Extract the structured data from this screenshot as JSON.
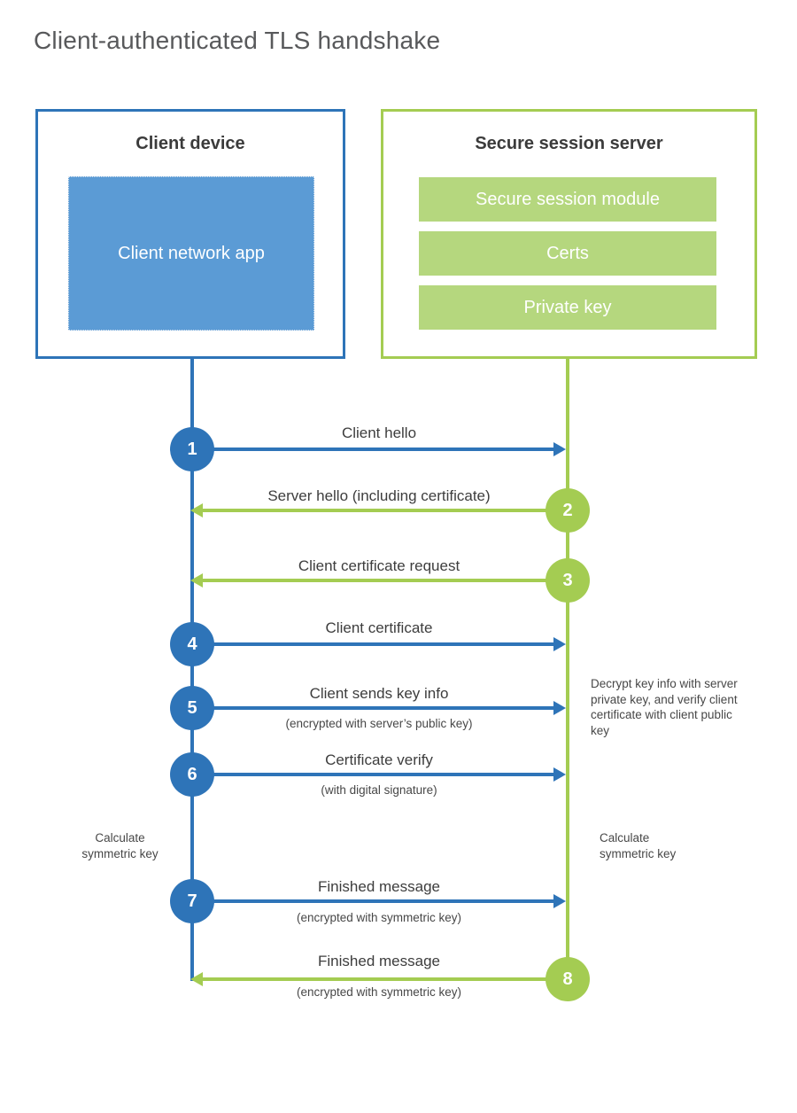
{
  "page": {
    "title": "Client-authenticated TLS handshake"
  },
  "colors": {
    "blue_accent": "#2e74b8",
    "blue_fill": "#5b9bd5",
    "green_accent": "#a4cc52",
    "green_fill": "#b5d77e",
    "label_text": "#3d3d3d",
    "title_text": "#58595b"
  },
  "client_box": {
    "title": "Client device",
    "app_label": "Client network app"
  },
  "server_box": {
    "title": "Secure session server",
    "modules": [
      "Secure session module",
      "Certs",
      "Private key"
    ]
  },
  "steps": [
    {
      "num": "1",
      "label": "Client hello",
      "sub": "",
      "direction": "right",
      "color": "blue"
    },
    {
      "num": "2",
      "label": "Server hello (including certificate)",
      "sub": "",
      "direction": "left",
      "color": "green"
    },
    {
      "num": "3",
      "label": "Client certificate request",
      "sub": "",
      "direction": "left",
      "color": "green"
    },
    {
      "num": "4",
      "label": "Client certificate",
      "sub": "",
      "direction": "right",
      "color": "blue"
    },
    {
      "num": "5",
      "label": "Client sends key info",
      "sub": "(encrypted with server’s public key)",
      "direction": "right",
      "color": "blue"
    },
    {
      "num": "6",
      "label": "Certificate verify",
      "sub": "(with digital signature)",
      "direction": "right",
      "color": "blue"
    },
    {
      "num": "7",
      "label": "Finished message",
      "sub": "(encrypted with symmetric key)",
      "direction": "right",
      "color": "blue"
    },
    {
      "num": "8",
      "label": "Finished message",
      "sub": "(encrypted with symmetric key)",
      "direction": "left",
      "color": "green"
    }
  ],
  "notes": {
    "decrypt": "Decrypt key info with server private key, and verify client certificate with client public key",
    "calculate_left": "Calculate symmetric key",
    "calculate_right": "Calculate symmetric key"
  }
}
